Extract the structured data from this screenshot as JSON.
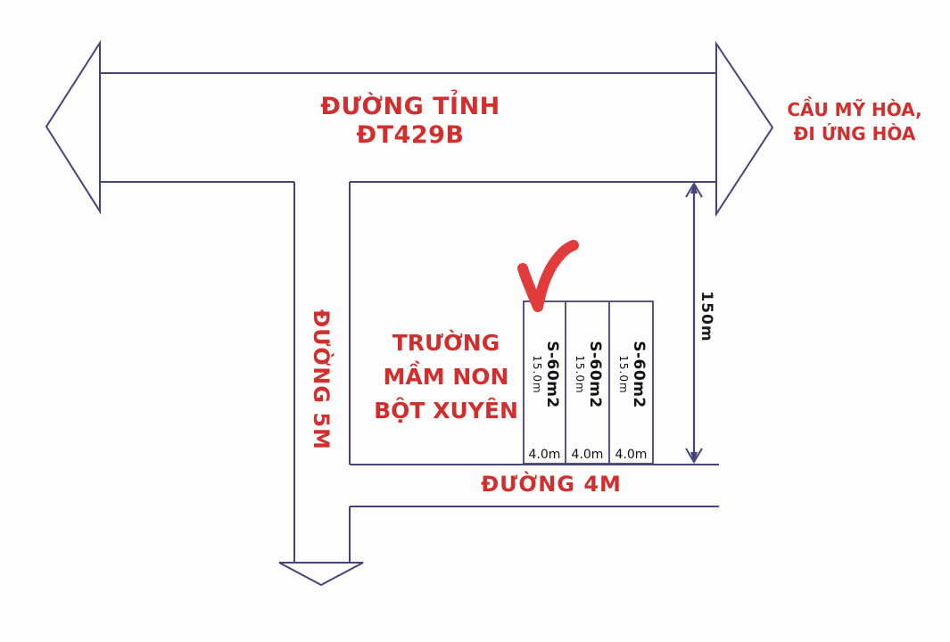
{
  "diagram": {
    "top_road": {
      "name_line1": "ĐƯỜNG TỈNH",
      "name_line2": "ĐT429B"
    },
    "destination": {
      "line1": "CẦU MỸ HÒA,",
      "line2": "ĐI ỨNG HÒA"
    },
    "side_road": {
      "name": "ĐƯỜNG 5M"
    },
    "bottom_road": {
      "name": "ĐƯỜNG 4M"
    },
    "school_area": {
      "line1": "TRƯỜNG",
      "line2": "MẦM NON",
      "line3": "BỘT XUYÊN"
    },
    "dimension": {
      "length": "150m"
    },
    "plots": [
      {
        "area": "S-60m2",
        "depth": "15.0m",
        "width": "4.0m"
      },
      {
        "area": "S-60m2",
        "depth": "15.0m",
        "width": "4.0m"
      },
      {
        "area": "S-60m2",
        "depth": "15.0m",
        "width": "4.0m"
      }
    ],
    "colors": {
      "line": "#45447b",
      "label": "#d32e2e",
      "checkmark": "#e23b3b",
      "plot_text": "#111111"
    }
  }
}
